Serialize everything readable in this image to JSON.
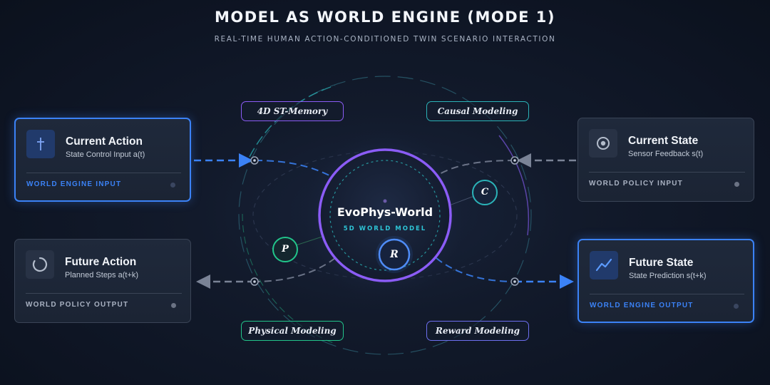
{
  "header": {
    "title": "MODEL AS WORLD ENGINE (MODE 1)",
    "subtitle": "REAL-TIME HUMAN ACTION-CONDITIONED TWIN SCENARIO INTERACTION"
  },
  "colors": {
    "accent_blue": "#3b82f6",
    "core_ring": "#8b5cf6",
    "teal": "#2bb3b8",
    "green": "#22c58b",
    "background": "#121a2b"
  },
  "cards": {
    "current_action": {
      "title": "Current Action",
      "subtitle": "State Control Input a(t)",
      "label": "WORLD ENGINE INPUT",
      "icon": "plus-cross-icon"
    },
    "current_state": {
      "title": "Current State",
      "subtitle": "Sensor Feedback s(t)",
      "label": "WORLD POLICY INPUT",
      "icon": "target-icon"
    },
    "future_action": {
      "title": "Future Action",
      "subtitle": "Planned Steps a(t+k)",
      "label": "WORLD POLICY OUTPUT",
      "icon": "loading-ring-icon"
    },
    "future_state": {
      "title": "Future State",
      "subtitle": "State Prediction s(t+k)",
      "label": "WORLD ENGINE OUTPUT",
      "icon": "trend-line-icon"
    }
  },
  "modules": {
    "memory": "4D ST-Memory",
    "causal": "Causal Modeling",
    "physical": "Physical Modeling",
    "reward": "Reward Modeling"
  },
  "core": {
    "title": "EvoPhys-World",
    "subtitle": "5D WORLD MODEL"
  },
  "nodes": {
    "causal": "C",
    "physical": "P",
    "reward": "R"
  }
}
